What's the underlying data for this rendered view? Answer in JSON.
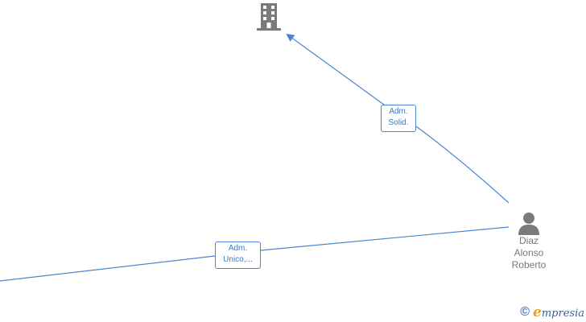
{
  "colors": {
    "edge": "#4a86cf",
    "node_icon": "#7a7a7a",
    "label_text": "#3f76c4",
    "brand_accent": "#e8a020"
  },
  "nodes": {
    "company": {
      "icon": "building-icon"
    },
    "person": {
      "icon": "person-icon",
      "name_lines": [
        "Diaz",
        "Alonso",
        "Roberto"
      ]
    }
  },
  "edges": [
    {
      "from": "person",
      "to": "company",
      "label_lines": [
        "Adm.",
        "Solid."
      ]
    },
    {
      "from": "person",
      "to": "offscreen-left",
      "label_lines": [
        "Adm.",
        "Unico,..."
      ]
    }
  ],
  "watermark": {
    "symbol": "©",
    "brand_first_letter": "e",
    "brand_rest": "mpresia"
  }
}
